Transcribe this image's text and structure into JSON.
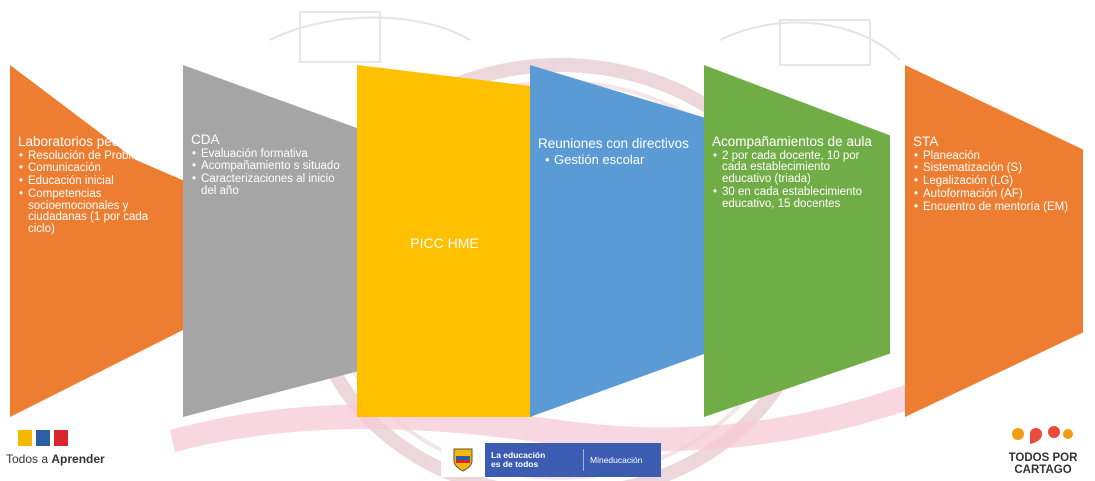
{
  "panels": [
    {
      "title": "Laboratorios pedagógicos",
      "color": "#ED7D31",
      "items": [
        "Resolución de Problemas",
        "Comunicación",
        "Educación inicial",
        "Competencias socioemocionales y ciudadanas (1 por cada ciclo)"
      ]
    },
    {
      "title": "CDA",
      "color": "#A5A5A5",
      "items": [
        "Evaluación formativa",
        "Acompañamiento s situado",
        "Caracterizaciones al inicio del año"
      ]
    },
    {
      "title": "PICC HME",
      "color": "#FFC000",
      "items": []
    },
    {
      "title": "Reuniones con directivos",
      "color": "#5B9BD5",
      "items": [
        "Gestión escolar"
      ]
    },
    {
      "title": "Acompañamientos de aula",
      "color": "#70AD47",
      "items": [
        "2 por cada docente, 10 por cada establecimiento educativo (triada)",
        "30 en cada establecimiento educativo, 15 docentes"
      ]
    },
    {
      "title": "STA",
      "color": "#ED7D31",
      "items": [
        "Planeación",
        "Sistematización (S)",
        "Legalización (LG)",
        "Autoformación (AF)",
        "Encuentro de mentoría (EM)"
      ]
    }
  ],
  "logos": {
    "left_prefix": "Todos a ",
    "left_bold": "Aprender",
    "center_line1": "La educación",
    "center_line2": "es de todos",
    "center_ministry": "Mineducación",
    "right_line1": "TODOS POR",
    "right_line2": "CARTAGO"
  }
}
